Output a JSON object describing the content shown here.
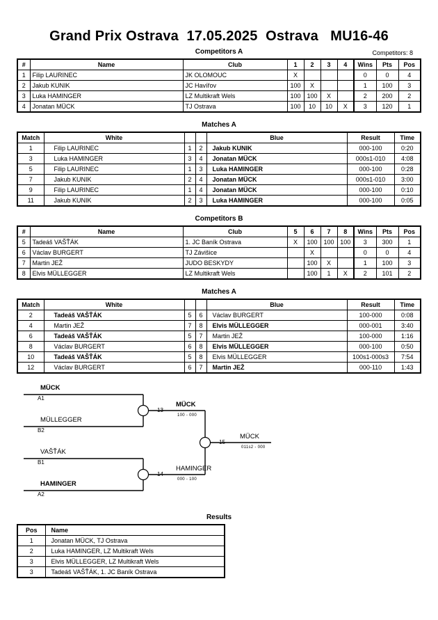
{
  "header": {
    "title": "Grand Prix Ostrava  17.05.2025  Ostrava   MU16-46",
    "subtitle": "Competitors A",
    "competitors_count": "Competitors: 8"
  },
  "pool_a": {
    "caption": "Competitors A",
    "columns": {
      "num": "#",
      "name": "Name",
      "club": "Club",
      "cells": [
        "1",
        "2",
        "3",
        "4"
      ],
      "wins": "Wins",
      "pts": "Pts",
      "pos": "Pos"
    },
    "rows": [
      {
        "num": "1",
        "name": "Filip LAURINEC",
        "club": "JK OLOMOUC",
        "cells": [
          "X",
          "",
          "",
          ""
        ],
        "wins": "0",
        "pts": "0",
        "pos": "4"
      },
      {
        "num": "2",
        "name": "Jakub KUNIK",
        "club": "JC Havířov",
        "cells": [
          "100",
          "X",
          "",
          ""
        ],
        "wins": "1",
        "pts": "100",
        "pos": "3"
      },
      {
        "num": "3",
        "name": "Luka HAMINGER",
        "club": "LZ Multikraft Wels",
        "cells": [
          "100",
          "100",
          "X",
          ""
        ],
        "wins": "2",
        "pts": "200",
        "pos": "2"
      },
      {
        "num": "4",
        "name": "Jonatan MÜCK",
        "club": "TJ Ostrava",
        "cells": [
          "100",
          "10",
          "10",
          "X"
        ],
        "wins": "3",
        "pts": "120",
        "pos": "1"
      }
    ]
  },
  "matches_a": {
    "caption": "Matches A",
    "columns": {
      "match": "Match",
      "white": "White",
      "result": "Result",
      "time": "Time",
      "blue": "Blue"
    },
    "rows": [
      {
        "match": "1",
        "white": "Filip LAURINEC",
        "white_bold": false,
        "wn": "1",
        "bn": "2",
        "blue": "Jakub KUNIK",
        "blue_bold": true,
        "result": "000-100",
        "time": "0:20"
      },
      {
        "match": "3",
        "white": "Luka HAMINGER",
        "white_bold": false,
        "wn": "3",
        "bn": "4",
        "blue": "Jonatan MÜCK",
        "blue_bold": true,
        "result": "000s1-010",
        "time": "4:08"
      },
      {
        "match": "5",
        "white": "Filip LAURINEC",
        "white_bold": false,
        "wn": "1",
        "bn": "3",
        "blue": "Luka HAMINGER",
        "blue_bold": true,
        "result": "000-100",
        "time": "0:28"
      },
      {
        "match": "7",
        "white": "Jakub KUNIK",
        "white_bold": false,
        "wn": "2",
        "bn": "4",
        "blue": "Jonatan MÜCK",
        "blue_bold": true,
        "result": "000s1-010",
        "time": "3:00"
      },
      {
        "match": "9",
        "white": "Filip LAURINEC",
        "white_bold": false,
        "wn": "1",
        "bn": "4",
        "blue": "Jonatan MÜCK",
        "blue_bold": true,
        "result": "000-100",
        "time": "0:10"
      },
      {
        "match": "11",
        "white": "Jakub KUNIK",
        "white_bold": false,
        "wn": "2",
        "bn": "3",
        "blue": "Luka HAMINGER",
        "blue_bold": true,
        "result": "000-100",
        "time": "0:05"
      }
    ]
  },
  "pool_b": {
    "caption": "Competitors B",
    "columns": {
      "num": "#",
      "name": "Name",
      "club": "Club",
      "cells": [
        "5",
        "6",
        "7",
        "8"
      ],
      "wins": "Wins",
      "pts": "Pts",
      "pos": "Pos"
    },
    "rows": [
      {
        "num": "5",
        "name": "Tadeáš VAŠŤÁK",
        "club": "1. JC Baník Ostrava",
        "cells": [
          "X",
          "100",
          "100",
          "100"
        ],
        "wins": "3",
        "pts": "300",
        "pos": "1"
      },
      {
        "num": "6",
        "name": "Václav BURGERT",
        "club": "TJ Závišice",
        "cells": [
          "",
          "X",
          "",
          ""
        ],
        "wins": "0",
        "pts": "0",
        "pos": "4"
      },
      {
        "num": "7",
        "name": "Martin JEŽ",
        "club": "JUDO BESKYDY",
        "cells": [
          "",
          "100",
          "X",
          ""
        ],
        "wins": "1",
        "pts": "100",
        "pos": "3"
      },
      {
        "num": "8",
        "name": "Elvis MÜLLEGGER",
        "club": "LZ Multikraft Wels",
        "cells": [
          "",
          "100",
          "1",
          "X"
        ],
        "wins": "2",
        "pts": "101",
        "pos": "2"
      }
    ]
  },
  "matches_b": {
    "caption": "Matches A",
    "columns": {
      "match": "Match",
      "white": "White",
      "result": "Result",
      "time": "Time",
      "blue": "Blue"
    },
    "rows": [
      {
        "match": "2",
        "white": "Tadeáš VAŠŤÁK",
        "white_bold": true,
        "wn": "5",
        "bn": "6",
        "blue": "Václav BURGERT",
        "blue_bold": false,
        "result": "100-000",
        "time": "0:08"
      },
      {
        "match": "4",
        "white": "Martin JEŽ",
        "white_bold": false,
        "wn": "7",
        "bn": "8",
        "blue": "Elvis MÜLLEGGER",
        "blue_bold": true,
        "result": "000-001",
        "time": "3:40"
      },
      {
        "match": "6",
        "white": "Tadeáš VAŠŤÁK",
        "white_bold": true,
        "wn": "5",
        "bn": "7",
        "blue": "Martin JEŽ",
        "blue_bold": false,
        "result": "100-000",
        "time": "1:16"
      },
      {
        "match": "8",
        "white": "Václav BURGERT",
        "white_bold": false,
        "wn": "6",
        "bn": "8",
        "blue": "Elvis MÜLLEGGER",
        "blue_bold": true,
        "result": "000-100",
        "time": "0:50"
      },
      {
        "match": "10",
        "white": "Tadeáš VAŠŤÁK",
        "white_bold": true,
        "wn": "5",
        "bn": "8",
        "blue": "Elvis MÜLLEGGER",
        "blue_bold": false,
        "result": "100s1-000s3",
        "time": "7:54"
      },
      {
        "match": "12",
        "white": "Václav BURGERT",
        "white_bold": false,
        "wn": "6",
        "bn": "7",
        "blue": "Martin JEŽ",
        "blue_bold": true,
        "result": "000-110",
        "time": "1:43"
      }
    ]
  },
  "bracket": {
    "entries": [
      {
        "name": "MÜCK",
        "seed": "A1",
        "bold": true
      },
      {
        "name": "MÜLLEGGER",
        "seed": "B2",
        "bold": false
      },
      {
        "name": "VAŠŤÁK",
        "seed": "B1",
        "bold": false
      },
      {
        "name": "HAMINGER",
        "seed": "A2",
        "bold": true
      }
    ],
    "semifinals": [
      {
        "number": "13",
        "winner": "MÜCK",
        "score": "100 - 000"
      },
      {
        "number": "14",
        "winner": "HAMINGER",
        "score": "000 - 100"
      }
    ],
    "final": {
      "number": "15",
      "winner": "MÜCK",
      "score": "011s2 - 000"
    }
  },
  "results": {
    "caption": "Results",
    "columns": {
      "pos": "Pos",
      "name": "Name"
    },
    "rows": [
      {
        "pos": "1",
        "name": "Jonatan MÜCK, TJ Ostrava"
      },
      {
        "pos": "2",
        "name": "Luka HAMINGER, LZ Multikraft Wels"
      },
      {
        "pos": "3",
        "name": "Elvis MÜLLEGGER, LZ Multikraft Wels"
      },
      {
        "pos": "3",
        "name": "Tadeáš VAŠŤÁK, 1. JC Baník Ostrava"
      }
    ]
  }
}
